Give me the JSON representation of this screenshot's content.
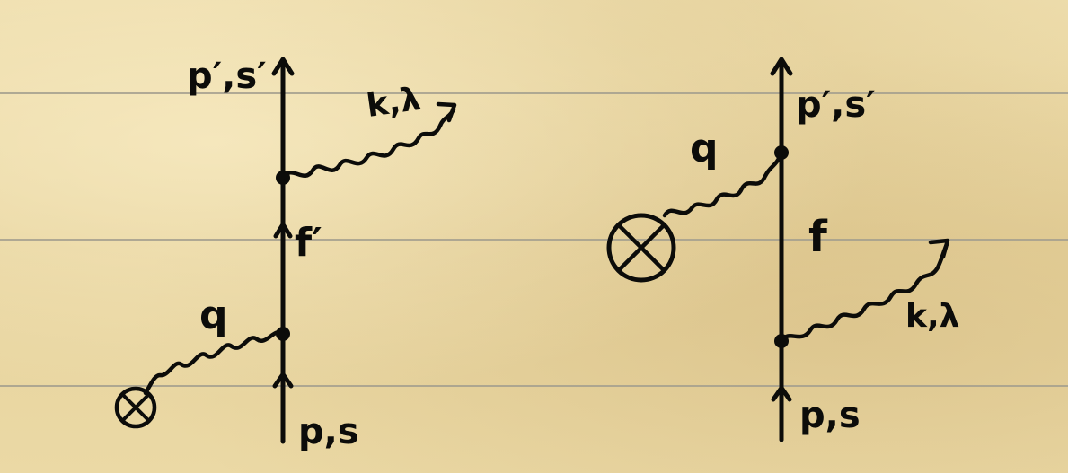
{
  "left_diagram": {
    "outgoing_fermion": "p′,s′",
    "photon": "k,λ",
    "internal_fermion": "f′",
    "exchanged_photon": "q",
    "incoming_fermion": "p,s",
    "external_source_symbol": "⊗"
  },
  "right_diagram": {
    "outgoing_fermion": "p′,s′",
    "exchanged_photon": "q",
    "internal_fermion": "f",
    "photon": "k,λ",
    "incoming_fermion": "p,s",
    "external_source_symbol": "⊗"
  },
  "colors": {
    "paper": "#ead9a6",
    "ruled_line": "#a39f8e",
    "ink": "#0c0c0a"
  }
}
